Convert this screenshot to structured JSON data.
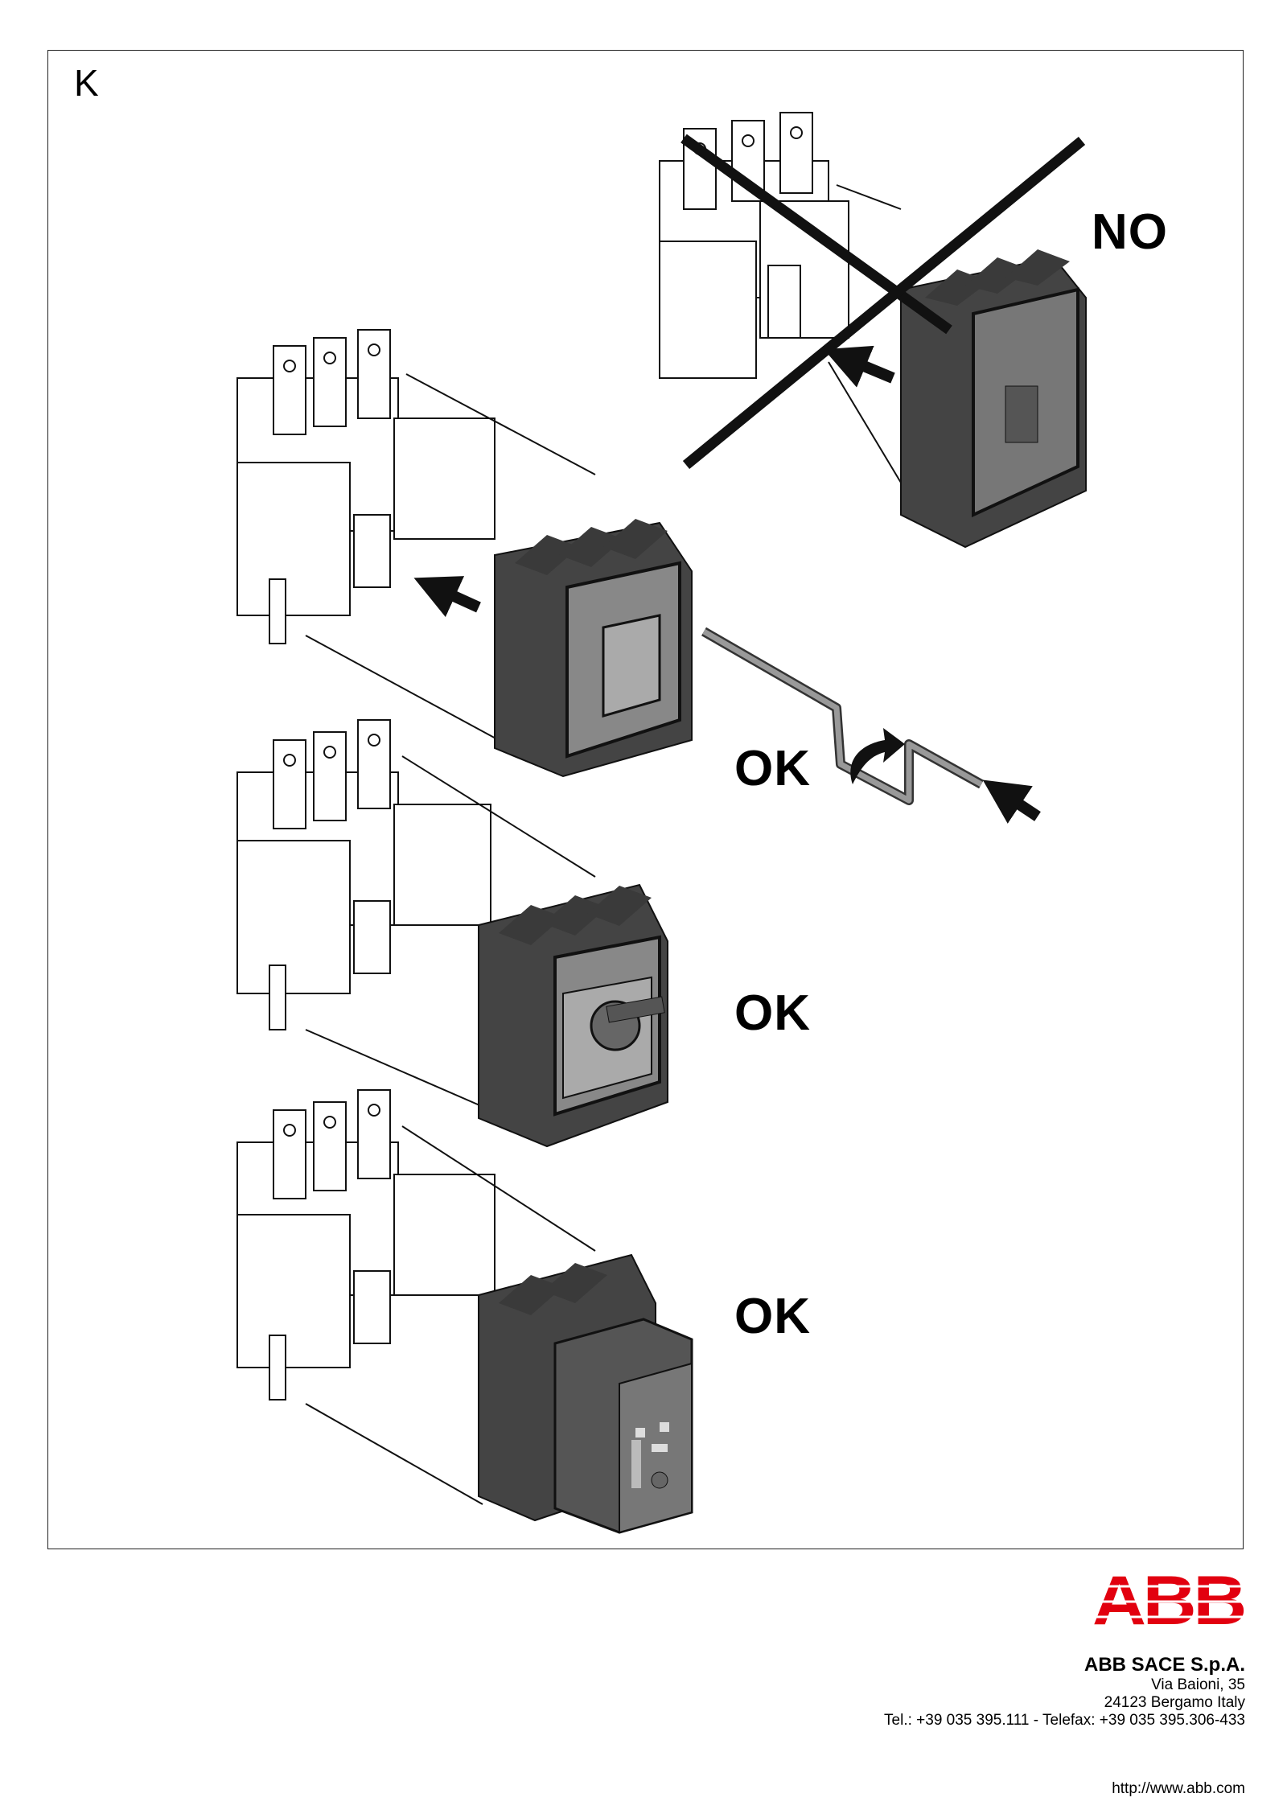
{
  "page": {
    "section_letter": "K"
  },
  "installs": [
    {
      "verdict": "NO",
      "status_color": "#000000"
    },
    {
      "verdict": "OK",
      "status_color": "#000000"
    },
    {
      "verdict": "OK",
      "status_color": "#000000"
    },
    {
      "verdict": "OK",
      "status_color": "#000000"
    }
  ],
  "brand": {
    "logo_text": "ABB",
    "logo_color": "#e2000f"
  },
  "footer": {
    "company": "ABB SACE S.p.A.",
    "address_line1": "Via Baioni, 35",
    "address_line2": "24123 Bergamo Italy",
    "phone_line": "Tel.: +39 035 395.111 - Telefax: +39 035 395.306-433",
    "url": "http://www.abb.com"
  }
}
